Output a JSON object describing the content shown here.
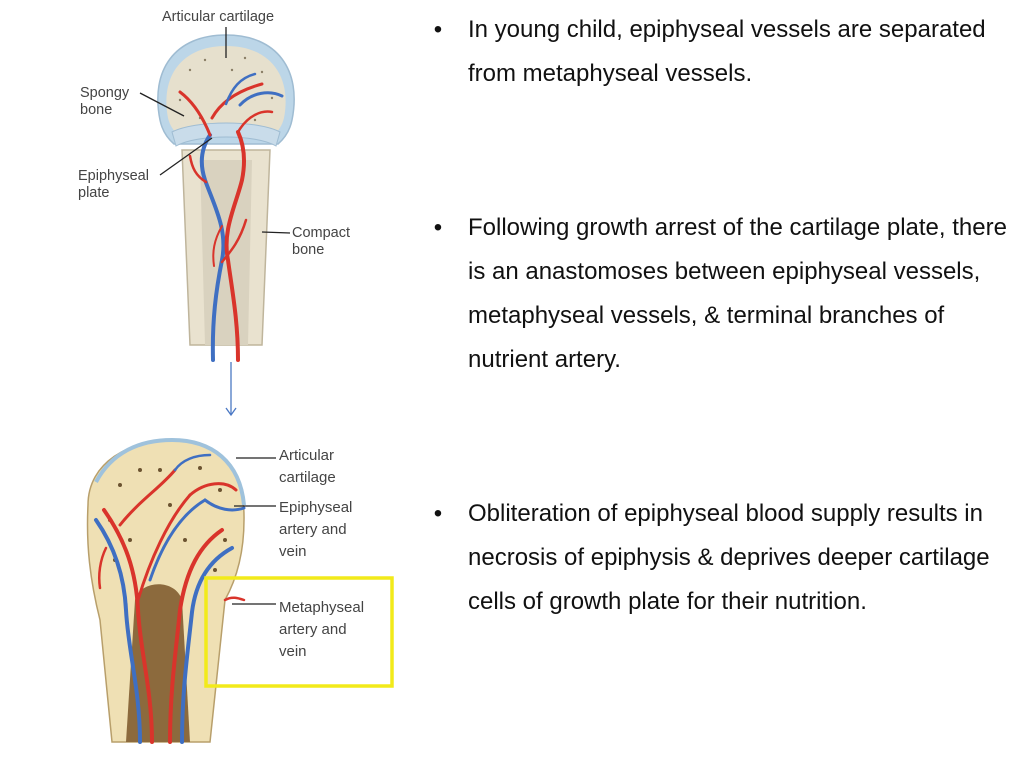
{
  "diagram": {
    "top": {
      "labels": {
        "articular_cartilage": "Articular cartilage",
        "spongy_bone_1": "Spongy",
        "spongy_bone_2": "bone",
        "epiphyseal_plate_1": "Epiphyseal",
        "epiphyseal_plate_2": "plate",
        "compact_bone_1": "Compact",
        "compact_bone_2": "bone"
      }
    },
    "bottom": {
      "labels": {
        "articular_cartilage_1": "Articular",
        "articular_cartilage_2": "cartilage",
        "epiphyseal_vessels_1": "Epiphyseal",
        "epiphyseal_vessels_2": "artery and",
        "epiphyseal_vessels_3": "vein",
        "metaphyseal_vessels_1": "Metaphyseal",
        "metaphyseal_vessels_2": "artery and",
        "metaphyseal_vessels_3": "vein"
      }
    },
    "colors": {
      "artery": "#d9342b",
      "vein": "#3f6fc2",
      "cartilage": "#bcd6e8",
      "bone": "#e9e2cf",
      "highlight_box": "#f2ea1a"
    }
  },
  "bullets": [
    {
      "symbol": "•",
      "text": "In young child, epiphyseal vessels are separated from metaphyseal vessels."
    },
    {
      "symbol": "•",
      "text": "Following growth arrest of the cartilage plate, there is an anastomoses  between epiphyseal vessels, metaphyseal vessels,  & terminal branches of nutrient artery."
    },
    {
      "symbol": "•",
      "text": "Obliteration of epiphyseal blood supply results in necrosis of epiphysis & deprives deeper cartilage cells of growth plate for their nutrition."
    }
  ]
}
